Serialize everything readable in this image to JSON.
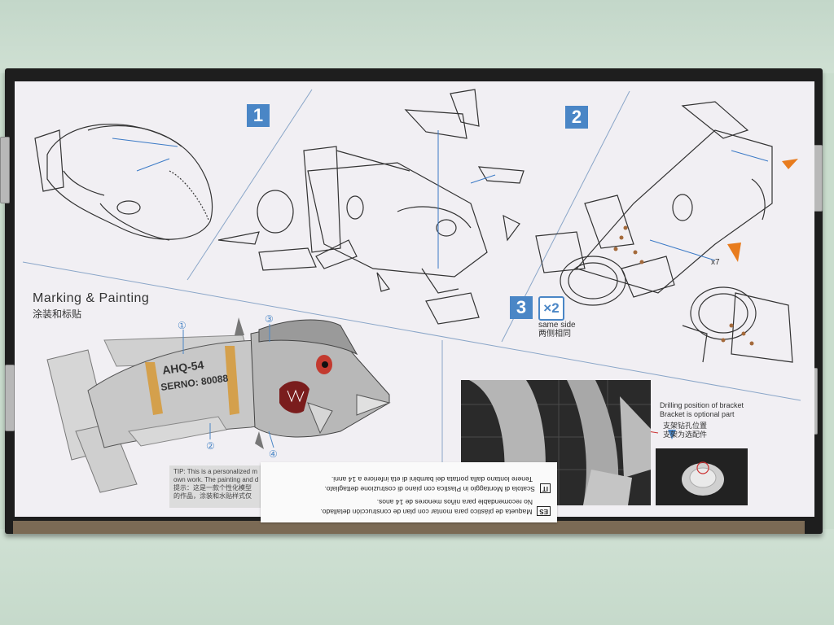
{
  "steps": {
    "step1": "1",
    "step2": "2",
    "step3": "3"
  },
  "marking": {
    "title_en": "Marking & Painting",
    "title_zh": "涂装和标贴"
  },
  "fish": {
    "text1": "AHQ-54",
    "text2": "SERNO: 80088",
    "callouts": [
      "①",
      "②",
      "③",
      "④"
    ]
  },
  "step3": {
    "multiplier": "×2",
    "note_en": "same side",
    "note_zh": "两侧相同"
  },
  "step2": {
    "count": "x7"
  },
  "bracket": {
    "line1": "Drilling position of bracket",
    "line2": "Bracket is optional part",
    "line3": "支架钻孔位置",
    "line4": "支架为选配件"
  },
  "tip": {
    "line1": "TIP: This is a personalized m",
    "line2": "own work. The painting and d",
    "line3": "提示：这是一款个性化模型",
    "line4": "的作品，涂装和水贴样式仅"
  },
  "sticker": {
    "es_tag": "ES",
    "es_text": "Maqueta de plástico para montar con plan de construcción detallado.",
    "es_text2": "No recomendable para niños menores de 14 anos.",
    "it_tag": "IT",
    "it_text": "Scatola di Montaggio in Plastica con piano di costruzione dettagliato.",
    "it_text2": "Tenere lontano dalla portata dei bambini di età inferiore a 14 anni."
  },
  "colors": {
    "accent_blue": "#4a86c6",
    "box_dark": "#1e1e1e",
    "table_green": "#c9dccd",
    "fin_orange": "#e87c1e",
    "eye_red": "#c33a2f"
  }
}
